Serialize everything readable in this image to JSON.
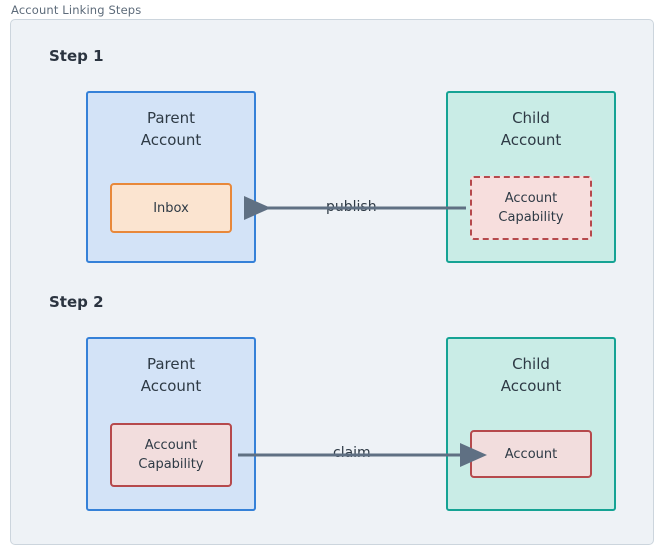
{
  "figure": {
    "title": "Account Linking Steps"
  },
  "theme": {
    "page_background": "#ffffff",
    "frame_background": "#eef2f6",
    "frame_border": "#ccd5dd",
    "parent_fill": "#d3e3f7",
    "parent_border": "#3581d8",
    "child_fill": "#c9ece6",
    "child_border": "#15a394",
    "inbox_fill": "#fbe4d0",
    "inbox_border": "#e8883a",
    "capability_fill": "#f2dddd",
    "capability_border": "#b6494c",
    "arrow_color": "#5f7083",
    "text_color": "#2e3a45",
    "title_color": "#5d6b7a"
  },
  "steps": [
    {
      "label": "Step 1",
      "parent": {
        "title_line1": "Parent",
        "title_line2": "Account",
        "resource": {
          "label": "Inbox",
          "style": "solid-orange"
        }
      },
      "child": {
        "title_line1": "Child",
        "title_line2": "Account",
        "resource": {
          "label_line1": "Account",
          "label_line2": "Capability",
          "style": "dashed-red"
        }
      },
      "edge": {
        "label": "publish",
        "direction": "right-to-left"
      }
    },
    {
      "label": "Step 2",
      "parent": {
        "title_line1": "Parent",
        "title_line2": "Account",
        "resource": {
          "label_line1": "Account",
          "label_line2": "Capability",
          "style": "solid-red"
        }
      },
      "child": {
        "title_line1": "Child",
        "title_line2": "Account",
        "resource": {
          "label": "Account",
          "style": "solid-red"
        }
      },
      "edge": {
        "label": "claim",
        "direction": "left-to-right"
      }
    }
  ]
}
